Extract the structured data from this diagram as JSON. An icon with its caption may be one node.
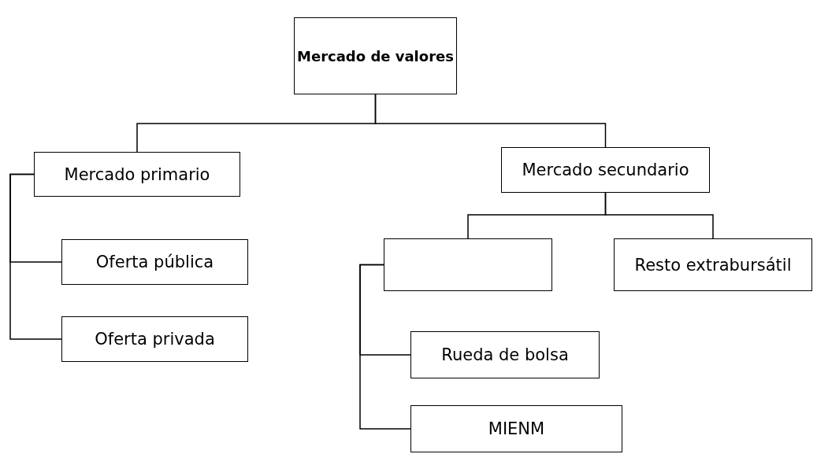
{
  "diagram": {
    "nodes": [
      {
        "text": [
          "Mercado de valores"
        ]
      },
      {
        "text": [
          "Mercado primario"
        ]
      },
      {
        "text": [
          "Mercado secundario"
        ]
      },
      {
        "text": [
          "Oferta pública"
        ]
      },
      {
        "text": [
          "Oferta privada"
        ]
      },
      {
        "text": [],
        "shape": "box"
      },
      {
        "text": [
          "Resto extrabursátil"
        ]
      },
      {
        "text": [
          "Rueda de bolsa"
        ]
      },
      {
        "text": [
          "MIENM"
        ]
      }
    ],
    "edges": [
      {
        "from": 0,
        "to": 1,
        "arrow": "none"
      },
      {
        "from": 0,
        "to": 2,
        "arrow": "none"
      },
      {
        "from": 1,
        "to": 3,
        "arrow": "none"
      },
      {
        "from": 1,
        "to": 4,
        "arrow": "none"
      },
      {
        "from": 2,
        "to": 5,
        "arrow": "none"
      },
      {
        "from": 2,
        "to": 6,
        "arrow": "none"
      },
      {
        "from": 5,
        "to": 7,
        "arrow": "none"
      },
      {
        "from": 5,
        "to": 8,
        "arrow": "none"
      }
    ]
  }
}
